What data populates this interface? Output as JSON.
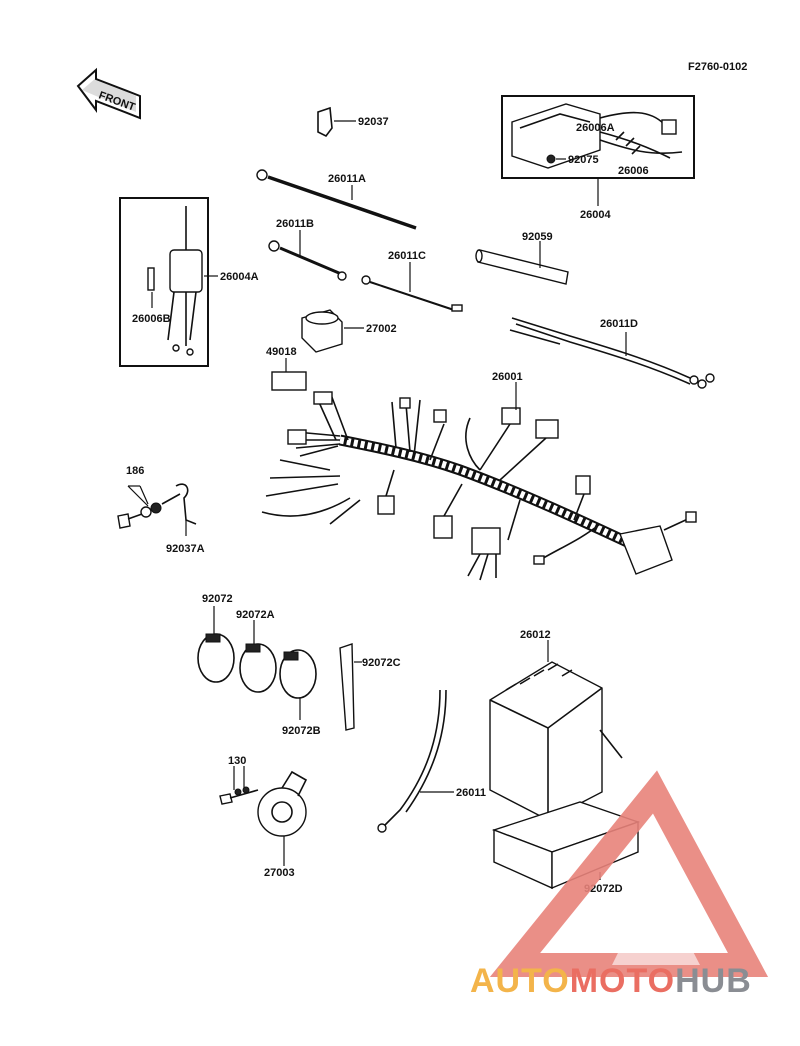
{
  "figure_code": "F2760-0102",
  "front_label": "FRONT",
  "parts": {
    "p92037": "92037",
    "p26011A": "26011A",
    "p26006A": "26006A",
    "p92075": "92075",
    "p26006": "26006",
    "p26004": "26004",
    "p26011B": "26011B",
    "p26011C": "26011C",
    "p92059": "92059",
    "p26004A": "26004A",
    "p26006B": "26006B",
    "p27002": "27002",
    "p26011D": "26011D",
    "p49018": "49018",
    "p26001": "26001",
    "p186": "186",
    "p92037A": "92037A",
    "p92072": "92072",
    "p92072A": "92072A",
    "p92072C": "92072C",
    "p92072B": "92072B",
    "p26012": "26012",
    "p130": "130",
    "p26011": "26011",
    "p27003": "27003",
    "p92072D": "92072D"
  },
  "watermark": {
    "part1": "AUTO",
    "part2": "MOTO",
    "part3": "HUB",
    "colors": {
      "auto": "#f3b44a",
      "moto": "#ea6e62",
      "hub": "#8a8d93",
      "triangle": "#e8837b"
    }
  }
}
